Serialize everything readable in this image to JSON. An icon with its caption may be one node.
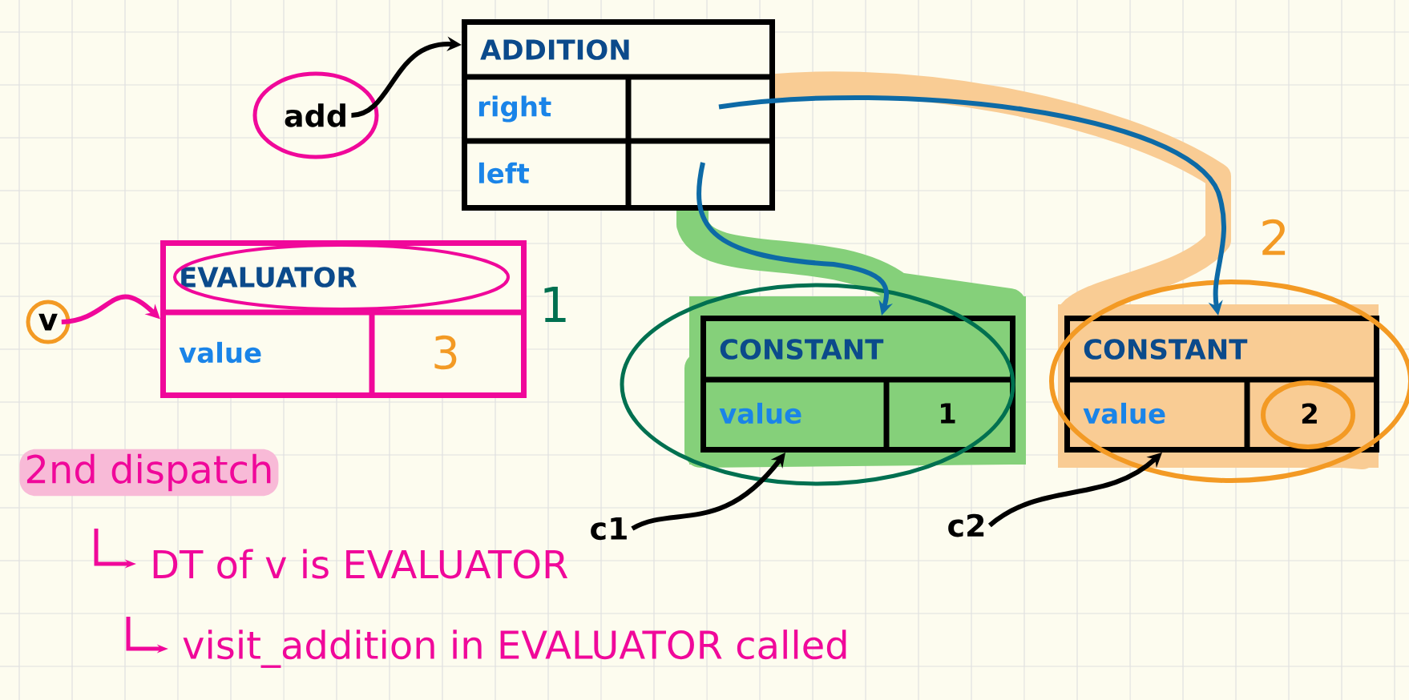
{
  "diagram": {
    "nodes": [
      {
        "text": [
          "add"
        ]
      },
      {
        "text": [
          "ADDITION",
          "right",
          "left"
        ]
      },
      {
        "text": [
          "v"
        ]
      },
      {
        "text": [
          "EVALUATOR",
          "value",
          "3"
        ]
      },
      {
        "text": [
          "CONSTANT",
          "value",
          "1"
        ]
      },
      {
        "text": [
          "CONSTANT",
          "value",
          "2"
        ]
      },
      {
        "text": [
          "c1"
        ]
      },
      {
        "text": [
          "c2"
        ]
      }
    ],
    "edges": [
      {
        "from": 0,
        "to": 1,
        "arrow": "to"
      },
      {
        "from": 2,
        "to": 3,
        "arrow": "to",
        "color": "#f0089a"
      },
      {
        "from": 1,
        "to": 5,
        "arrow": "to",
        "color": "#0d6aa6"
      },
      {
        "from": 1,
        "to": 4,
        "arrow": "to",
        "color": "#0d6aa6"
      },
      {
        "from": 6,
        "to": 4,
        "arrow": "to"
      },
      {
        "from": 7,
        "to": 5,
        "arrow": "to"
      }
    ],
    "labels": [
      "1",
      "2",
      "2nd dispatch",
      "DT of v is EVALUATOR",
      "visit_addition in EVALUATOR called"
    ]
  }
}
